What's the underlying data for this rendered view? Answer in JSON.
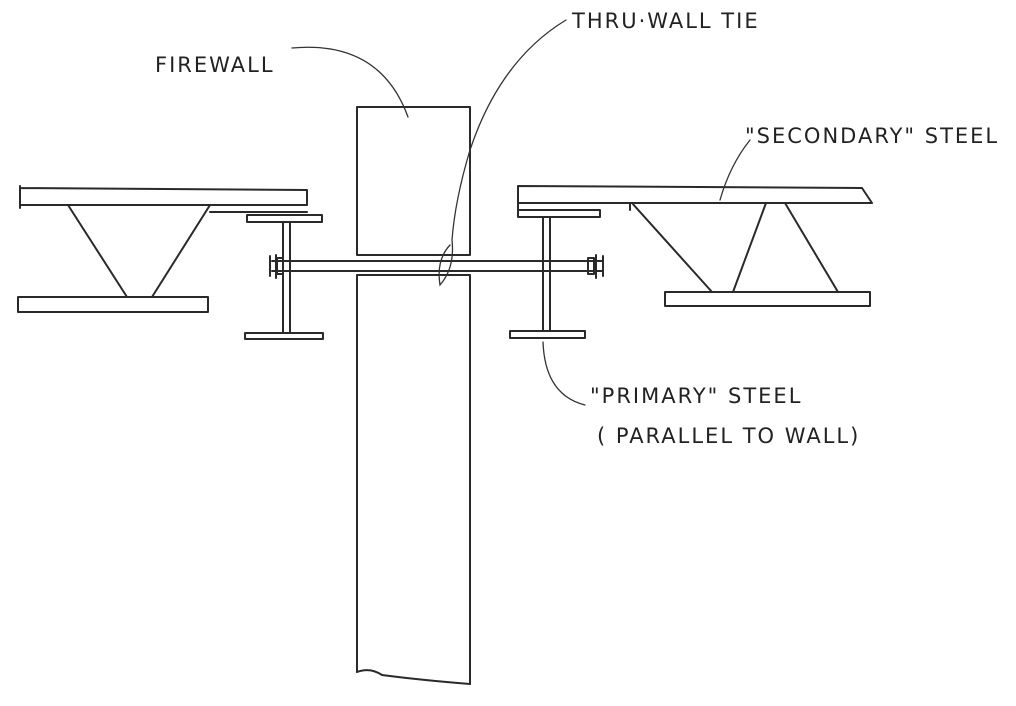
{
  "labels": {
    "firewall": "FIREWALL",
    "thru_wall_tie": "THRU·WALL TIE",
    "secondary_steel": "\"SECONDARY\" STEEL",
    "primary_steel_line1": "\"PRIMARY\" STEEL",
    "primary_steel_line2": "( PARALLEL TO WALL)"
  }
}
